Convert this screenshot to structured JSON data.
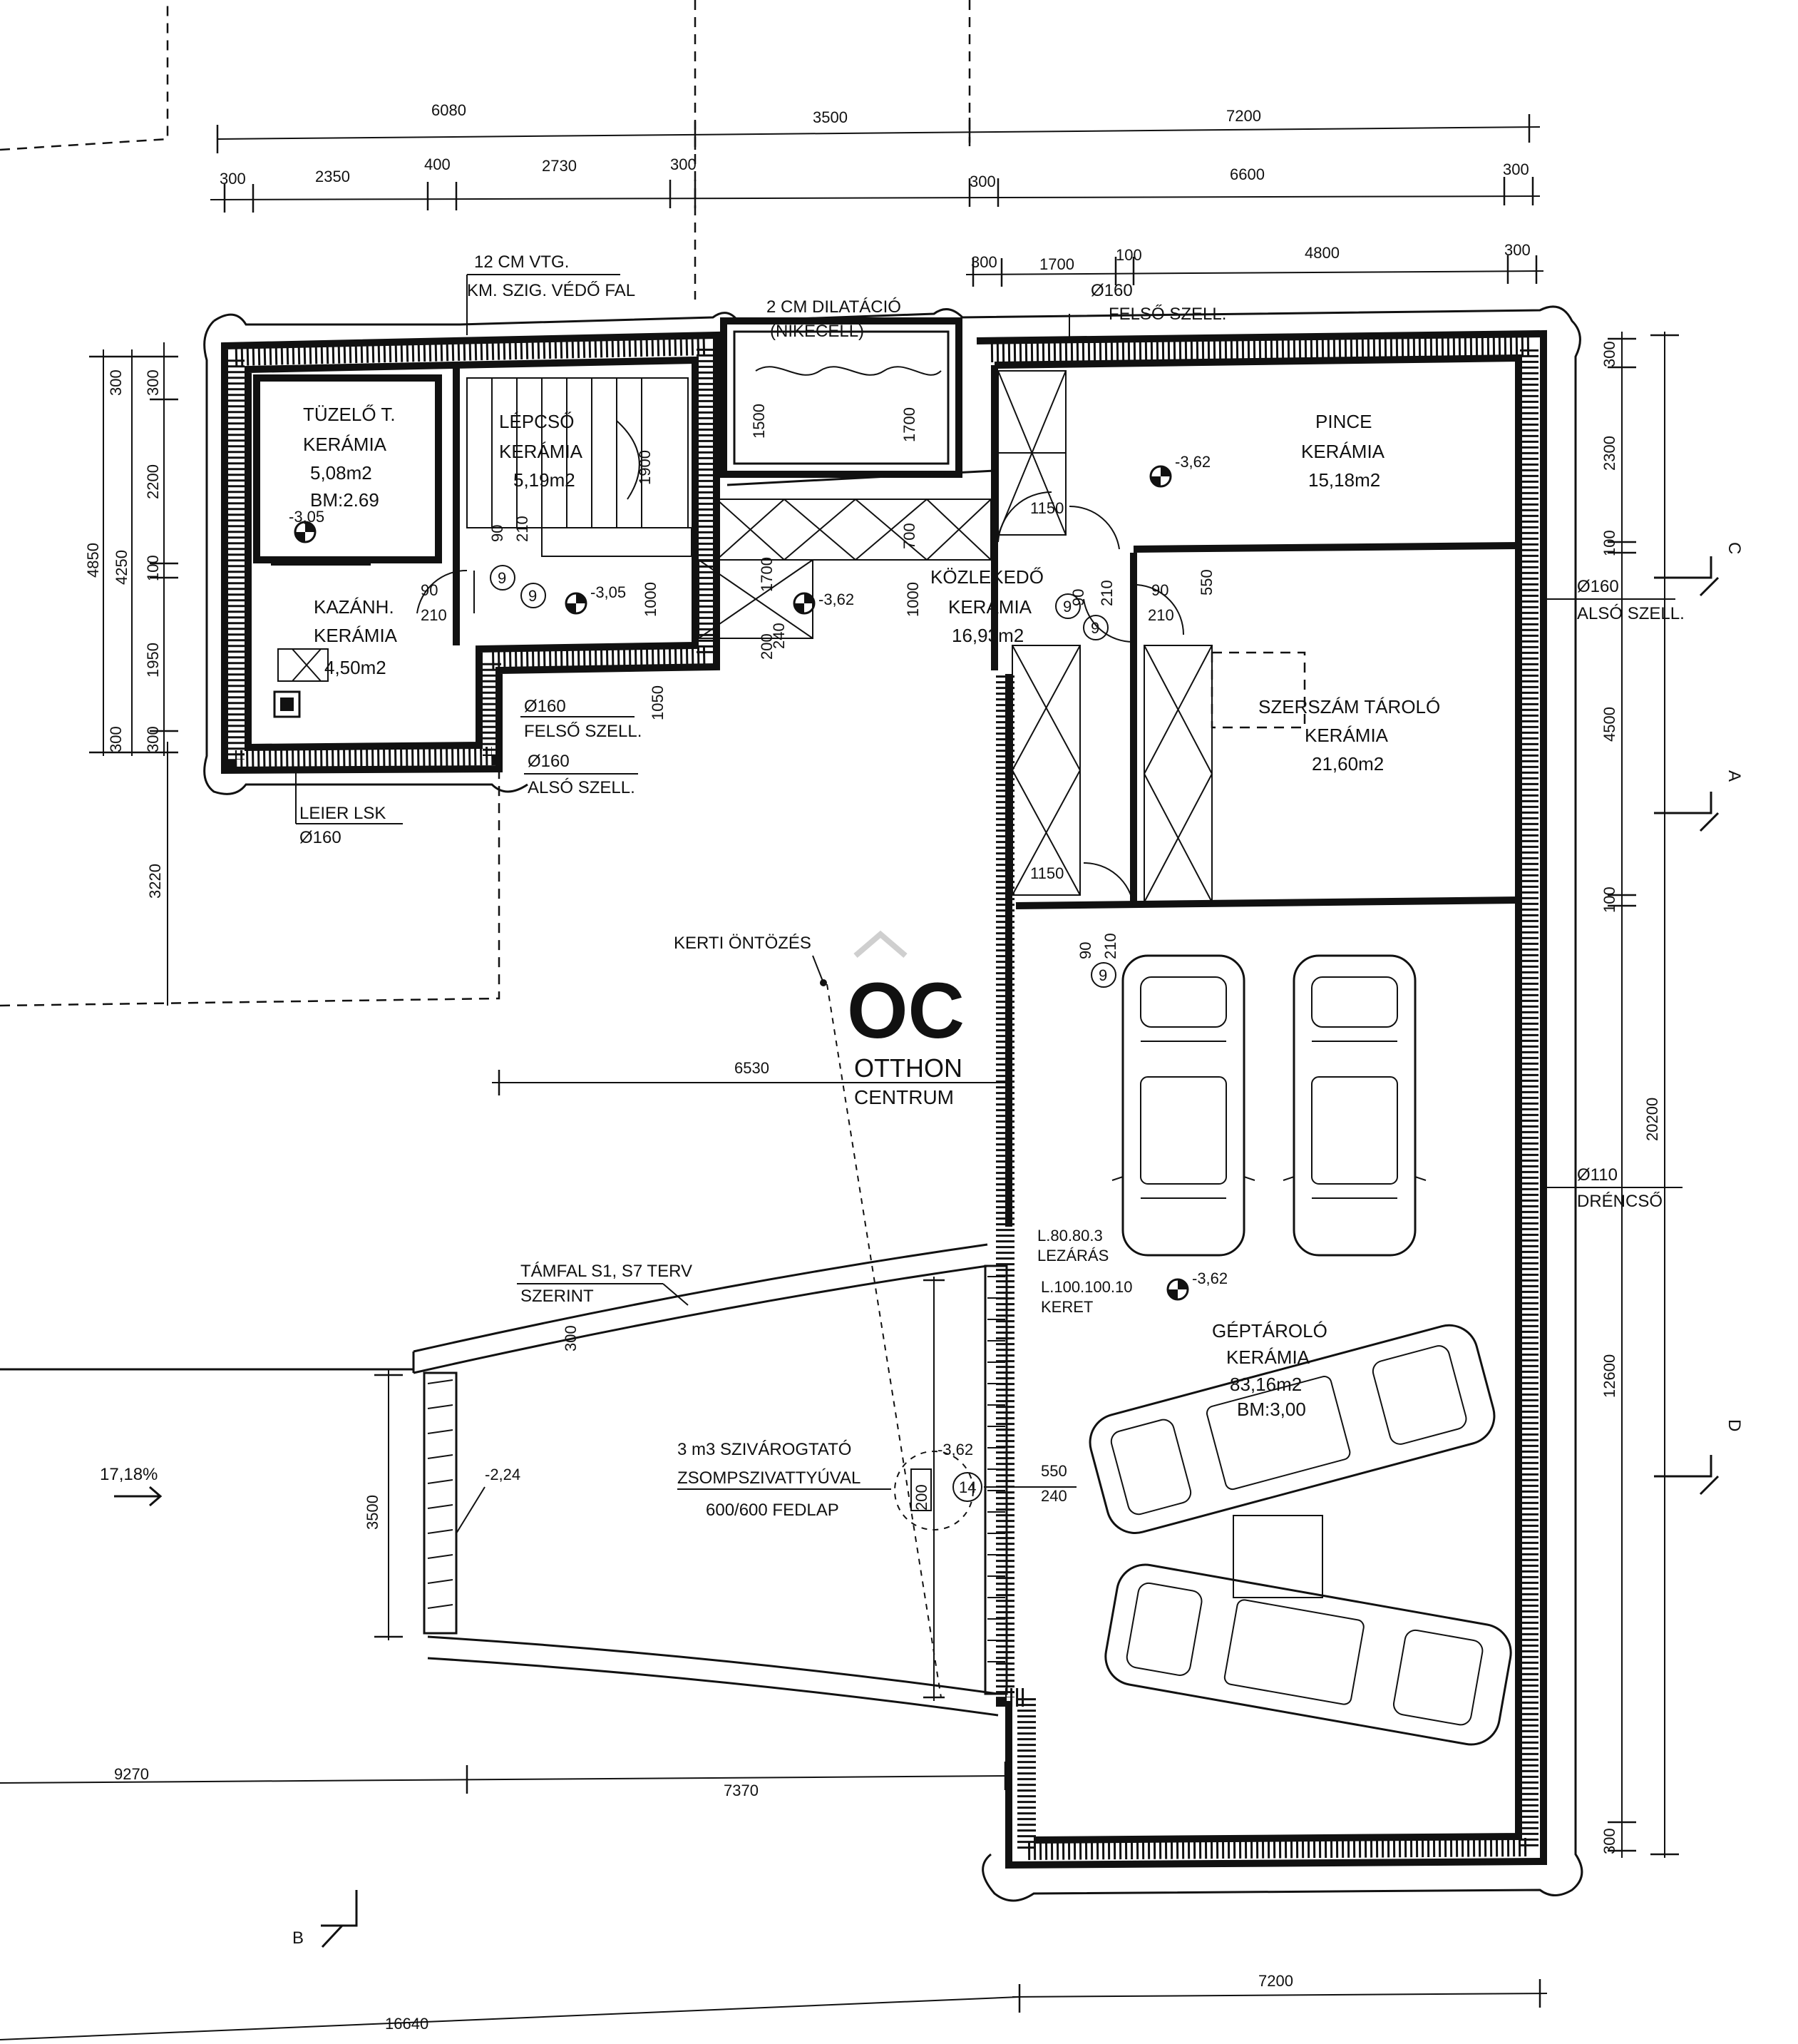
{
  "dims": {
    "top1": [
      "6080",
      "3500",
      "7200"
    ],
    "top2": [
      "300",
      "2350",
      "400",
      "2730",
      "300",
      "300",
      "6600",
      "300"
    ],
    "top3": [
      "300",
      "1700",
      "100",
      "4800",
      "300"
    ],
    "left_outer": "4850",
    "left_mid": "4250",
    "left_a": [
      "300",
      "2200",
      "100",
      "1950",
      "300"
    ],
    "left_b": [
      "300",
      "300"
    ],
    "left_3220": "3220",
    "right_small": [
      "300",
      "2300",
      "100",
      "4500",
      "100",
      "12600",
      "300"
    ],
    "right_total": "20200",
    "mid": [
      "1500",
      "1700",
      "1900",
      "1000",
      "1000",
      "1700",
      "700",
      "200",
      "1050",
      "550",
      "1150",
      "1150",
      "240",
      "550",
      "240",
      "3500",
      "6530",
      "300"
    ],
    "bottom": [
      "9270",
      "7370",
      "16640",
      "7200"
    ]
  },
  "doors": [
    "90",
    "210",
    "90",
    "210",
    "90",
    "210",
    "90",
    "210",
    "90",
    "210"
  ],
  "rooms": {
    "tuzelo": {
      "name": "TÜZELŐ T.",
      "floor": "KERÁMIA",
      "area": "5,08m2",
      "bm": "BM:2.69"
    },
    "lepcso": {
      "name": "LÉPCSŐ",
      "floor": "KERÁMIA",
      "area": "5,19m2"
    },
    "kazan": {
      "name": "KAZÁNH.",
      "floor": "KERÁMIA",
      "area": "4,50m2"
    },
    "pince": {
      "name": "PINCE",
      "floor": "KERÁMIA",
      "area": "15,18m2"
    },
    "kozlekedo": {
      "name": "KÖZLEKEDŐ",
      "floor": "KERÁMIA",
      "area": "16,93m2"
    },
    "szerszam": {
      "name": "SZERSZÁM TÁROLÓ",
      "floor": "KERÁMIA",
      "area": "21,60m2"
    },
    "gep": {
      "name": "GÉPTÁROLÓ",
      "floor": "KERÁMIA",
      "area": "83,16m2",
      "bm": "BM:3,00"
    }
  },
  "levels": [
    "-3,05",
    "-3,05",
    "-3,62",
    "-3,62",
    "-3,62",
    "-3,62",
    "-2,24"
  ],
  "notes": {
    "vtg": "12 CM VTG.",
    "kmszig": "KM. SZIG. VÉDŐ FAL",
    "dilat": "2 CM DILATÁCIÓ",
    "nikecell": "(NIKECELL)",
    "d160a": "Ø160",
    "felso_a": "FELSŐ SZELL.",
    "d160b": "Ø160",
    "felso_b": "FELSŐ SZELL.",
    "d160c": "Ø160",
    "also_c": "ALSÓ SZELL.",
    "d160d": "Ø160",
    "also_d": "ALSÓ SZELL.",
    "leier": "LEIER LSK",
    "d160e": "Ø160",
    "kerti": "KERTI ÖNTÖZÉS",
    "d110": "Ø110",
    "drencso": "DRÉNCSŐ",
    "l80": "L.80.80.3",
    "lezaras": "LEZÁRÁS",
    "l100": "L.100.100.10",
    "keret": "KERET",
    "tamfal": "TÁMFAL S1, S7 TERV",
    "szerint": "SZERINT",
    "ziv1": "3 m3 SZIVÁROGTATÓ",
    "ziv2": "ZSOMPSZIVATTYÚVAL",
    "fedlap": "600/600 FEDLAP",
    "slope": "17,18%",
    "n14": "14",
    "n9": "9"
  },
  "sections": {
    "c": "C",
    "a": "A",
    "d": "D",
    "b": "B"
  },
  "watermark": {
    "logo": "OC",
    "line1": "OTTHON",
    "line2": "CENTRUM"
  }
}
